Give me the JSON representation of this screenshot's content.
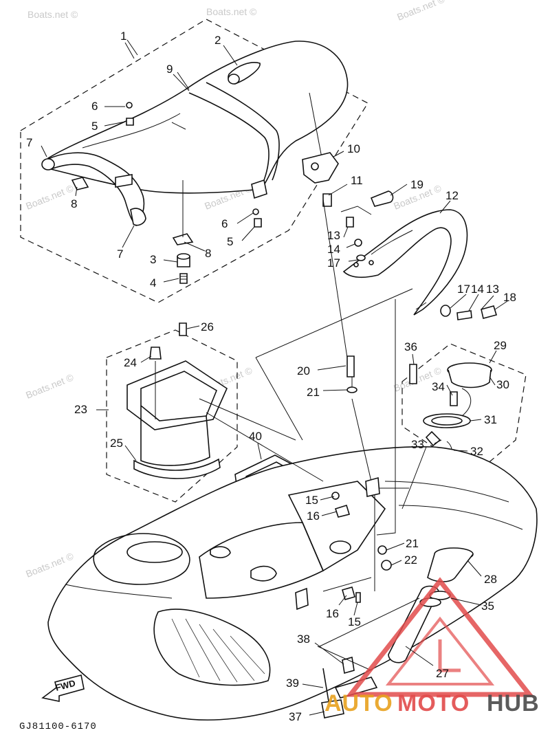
{
  "diagram": {
    "code": "GJ81100-6170",
    "direction_label": "FWD",
    "watermark": "Boats.net ©",
    "brand_parts": [
      "AUTO",
      "MOTO",
      "HUB"
    ],
    "brand_colors": {
      "auto": "#e8a11f",
      "moto": "#e24b4b",
      "hub": "#4a4a4a",
      "triangle": "#e24b4b"
    },
    "callouts": [
      {
        "id": "c1",
        "text": "1"
      },
      {
        "id": "c2",
        "text": "2"
      },
      {
        "id": "c9",
        "text": "9"
      },
      {
        "id": "c6a",
        "text": "6"
      },
      {
        "id": "c5a",
        "text": "5"
      },
      {
        "id": "c7a",
        "text": "7"
      },
      {
        "id": "c8a",
        "text": "8"
      },
      {
        "id": "c7b",
        "text": "7"
      },
      {
        "id": "c3",
        "text": "3"
      },
      {
        "id": "c4",
        "text": "4"
      },
      {
        "id": "c8b",
        "text": "8"
      },
      {
        "id": "c6b",
        "text": "6"
      },
      {
        "id": "c5b",
        "text": "5"
      },
      {
        "id": "c10",
        "text": "10"
      },
      {
        "id": "c11",
        "text": "11"
      },
      {
        "id": "c19",
        "text": "19"
      },
      {
        "id": "c12",
        "text": "12"
      },
      {
        "id": "c13a",
        "text": "13"
      },
      {
        "id": "c14a",
        "text": "14"
      },
      {
        "id": "c17a",
        "text": "17"
      },
      {
        "id": "c17b",
        "text": "17"
      },
      {
        "id": "c14b",
        "text": "14"
      },
      {
        "id": "c13b",
        "text": "13"
      },
      {
        "id": "c18",
        "text": "18"
      },
      {
        "id": "c26",
        "text": "26"
      },
      {
        "id": "c24",
        "text": "24"
      },
      {
        "id": "c23",
        "text": "23"
      },
      {
        "id": "c25",
        "text": "25"
      },
      {
        "id": "c20",
        "text": "20"
      },
      {
        "id": "c21a",
        "text": "21"
      },
      {
        "id": "c36",
        "text": "36"
      },
      {
        "id": "c29",
        "text": "29"
      },
      {
        "id": "c34",
        "text": "34"
      },
      {
        "id": "c30",
        "text": "30"
      },
      {
        "id": "c31",
        "text": "31"
      },
      {
        "id": "c33",
        "text": "33"
      },
      {
        "id": "c32",
        "text": "32"
      },
      {
        "id": "c40",
        "text": "40"
      },
      {
        "id": "c15a",
        "text": "15"
      },
      {
        "id": "c16a",
        "text": "16"
      },
      {
        "id": "c21b",
        "text": "21"
      },
      {
        "id": "c22",
        "text": "22"
      },
      {
        "id": "c28",
        "text": "28"
      },
      {
        "id": "c35",
        "text": "35"
      },
      {
        "id": "c16b",
        "text": "16"
      },
      {
        "id": "c15b",
        "text": "15"
      },
      {
        "id": "c38",
        "text": "38"
      },
      {
        "id": "c27",
        "text": "27"
      },
      {
        "id": "c39",
        "text": "39"
      },
      {
        "id": "c37",
        "text": "37"
      }
    ]
  }
}
